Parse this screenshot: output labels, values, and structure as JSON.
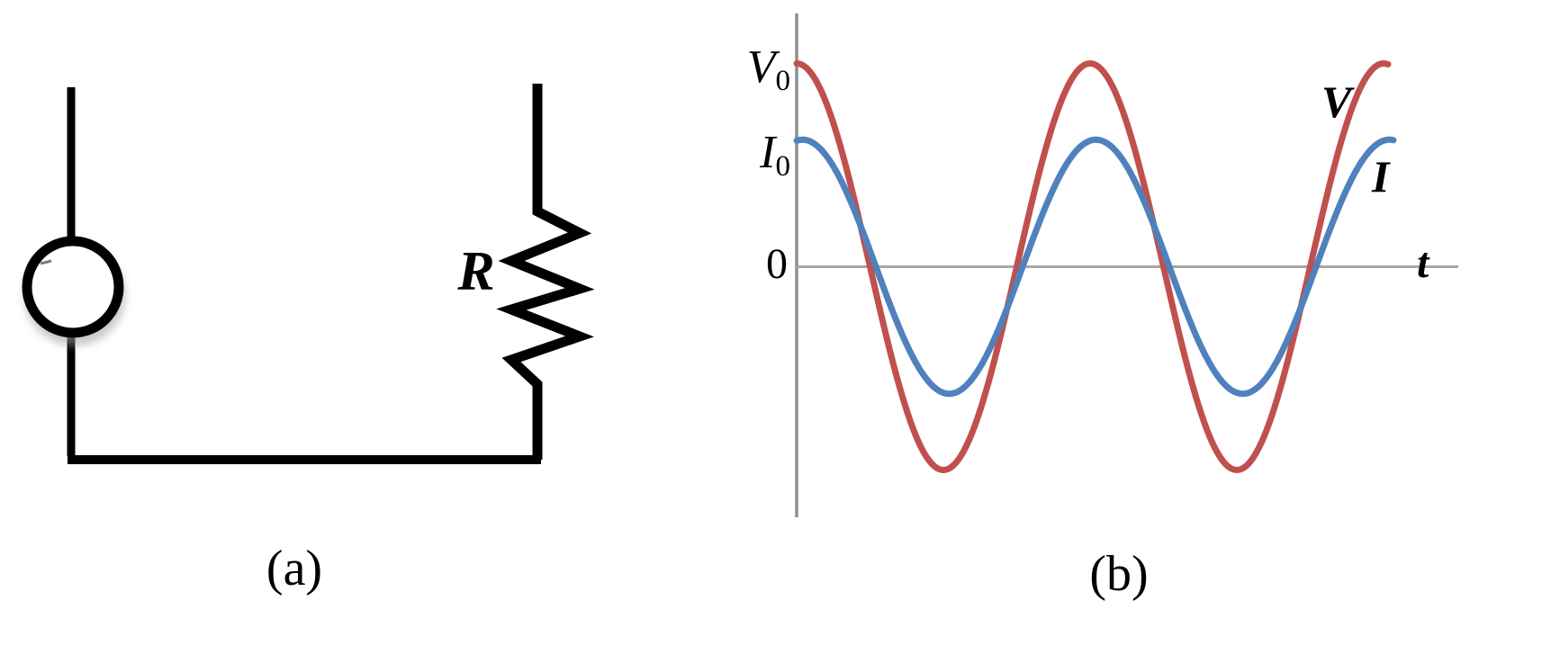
{
  "colors": {
    "wire": "#000000",
    "voltage_curve": "#c0504d",
    "current_curve": "#4f81bd",
    "axis": "#a6a6a6"
  },
  "panel_a": {
    "caption": "(a)",
    "source_symbol": "ac-source-circle",
    "resistor_label": "R"
  },
  "panel_b": {
    "caption": "(b)",
    "peak_labels": {
      "voltage": {
        "base": "V",
        "sub": "0"
      },
      "current": {
        "base": "I",
        "sub": "0"
      }
    },
    "origin_label": "0",
    "x_axis_label": "t",
    "curve_labels": {
      "voltage": "V",
      "current": "I"
    }
  },
  "chart_data": {
    "type": "line",
    "title": "",
    "xlabel": "t",
    "ylabel": "",
    "x_tick_labels": [],
    "y_tick_labels": [
      "V0",
      "I0",
      "0"
    ],
    "grid": false,
    "legend": "inline labels V and I at right ends of curves",
    "x_range_periods": [
      0,
      2.02
    ],
    "y_range_relative": [
      -1.25,
      1.25
    ],
    "series": [
      {
        "name": "V",
        "color": "#c0504d",
        "waveform": "cosine",
        "relative_amplitude": 1.0,
        "peak_value_label": "V0",
        "periods_shown": 2.02,
        "phase_offset_periods": 0
      },
      {
        "name": "I",
        "color": "#4f81bd",
        "waveform": "cosine",
        "relative_amplitude": 0.625,
        "peak_value_label": "I0",
        "periods_shown": 2.02,
        "phase_offset_periods": 0.02
      }
    ]
  }
}
